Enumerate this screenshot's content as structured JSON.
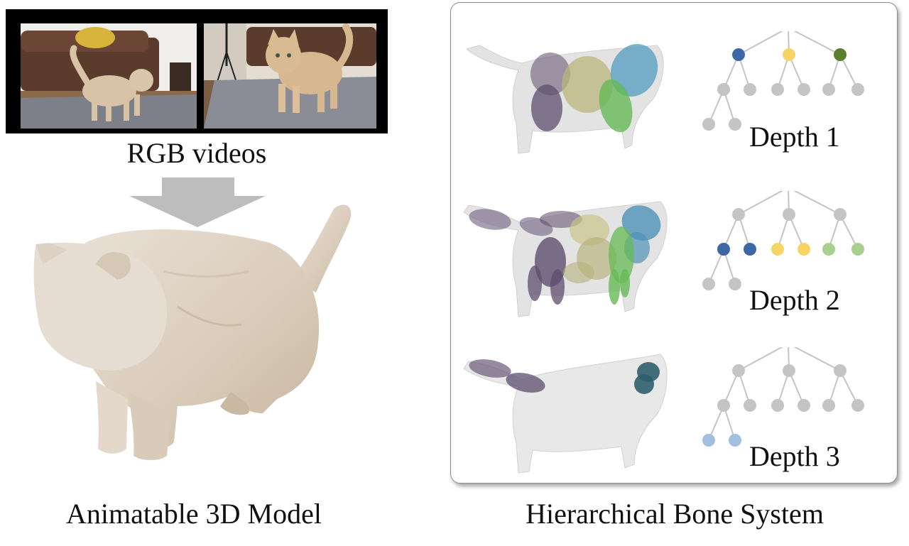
{
  "left": {
    "videos_caption": "RGB videos",
    "model_caption": "Animatable 3D Model"
  },
  "right": {
    "caption": "Hierarchical Bone System",
    "rows": [
      {
        "label": "Depth 1"
      },
      {
        "label": "Depth 2"
      },
      {
        "label": "Depth 3"
      }
    ]
  },
  "colors": {
    "tree_gray": "#c4c4c4",
    "blue": "#3d68a7",
    "yellow": "#f7d466",
    "green": "#5c7f2f",
    "light_green": "#a9d18e",
    "light_blue": "#a3bfe0",
    "cat_fur": "#dcc9b2"
  }
}
